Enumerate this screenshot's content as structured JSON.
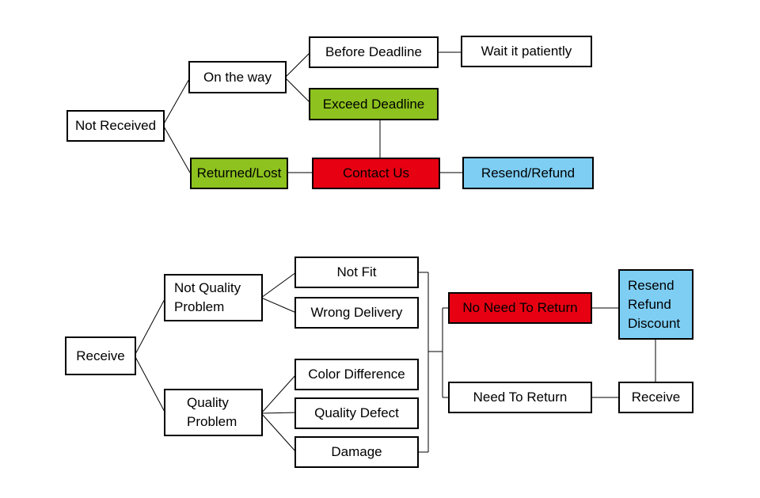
{
  "colors": {
    "green": "#8dc21f",
    "red": "#e60012",
    "blue": "#7ecef4",
    "border": "#000000"
  },
  "not_received": {
    "root": "Not Received",
    "on_the_way": "On the way",
    "before_deadline": "Before Deadline",
    "wait_patiently": "Wait it patiently",
    "exceed_deadline": "Exceed Deadline",
    "returned_lost": "Returned/Lost",
    "contact_us": "Contact Us",
    "resend_refund": "Resend/Refund"
  },
  "receive": {
    "root": "Receive",
    "not_quality_problem": [
      "Not Quality",
      "Problem"
    ],
    "quality_problem": [
      "Quality",
      "Problem"
    ],
    "not_fit": "Not Fit",
    "wrong_delivery": "Wrong Delivery",
    "color_difference": "Color Difference",
    "quality_defect": "Quality Defect",
    "damage": "Damage",
    "no_need_to_return": "No Need To Return",
    "need_to_return": "Need To Return",
    "outcome": [
      "Resend",
      "Refund",
      "Discount"
    ],
    "receive_back": "Receive"
  }
}
